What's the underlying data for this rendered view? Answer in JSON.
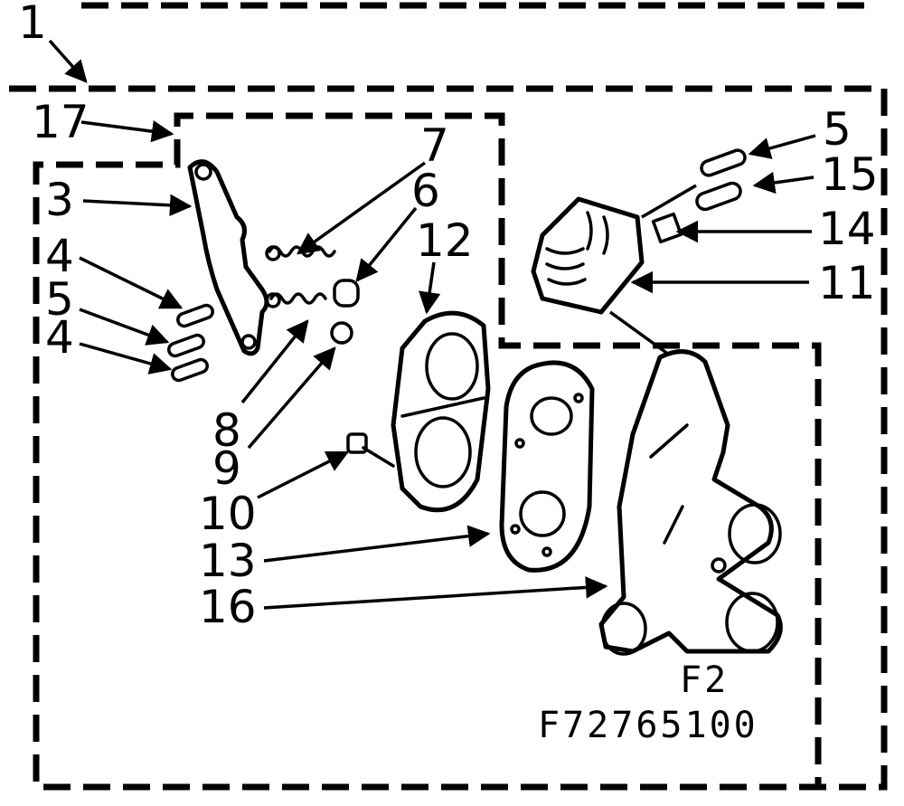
{
  "diagram": {
    "callouts": {
      "c1": "1",
      "c17": "17",
      "c3": "3",
      "c4a": "4",
      "c5a": "5",
      "c4b": "4",
      "c7": "7",
      "c6": "6",
      "c12": "12",
      "c8": "8",
      "c9": "9",
      "c10": "10",
      "c13": "13",
      "c16": "16",
      "c5b": "5",
      "c15": "15",
      "c14": "14",
      "c11": "11"
    },
    "figure_label": "F2",
    "part_number": "F72765100"
  }
}
